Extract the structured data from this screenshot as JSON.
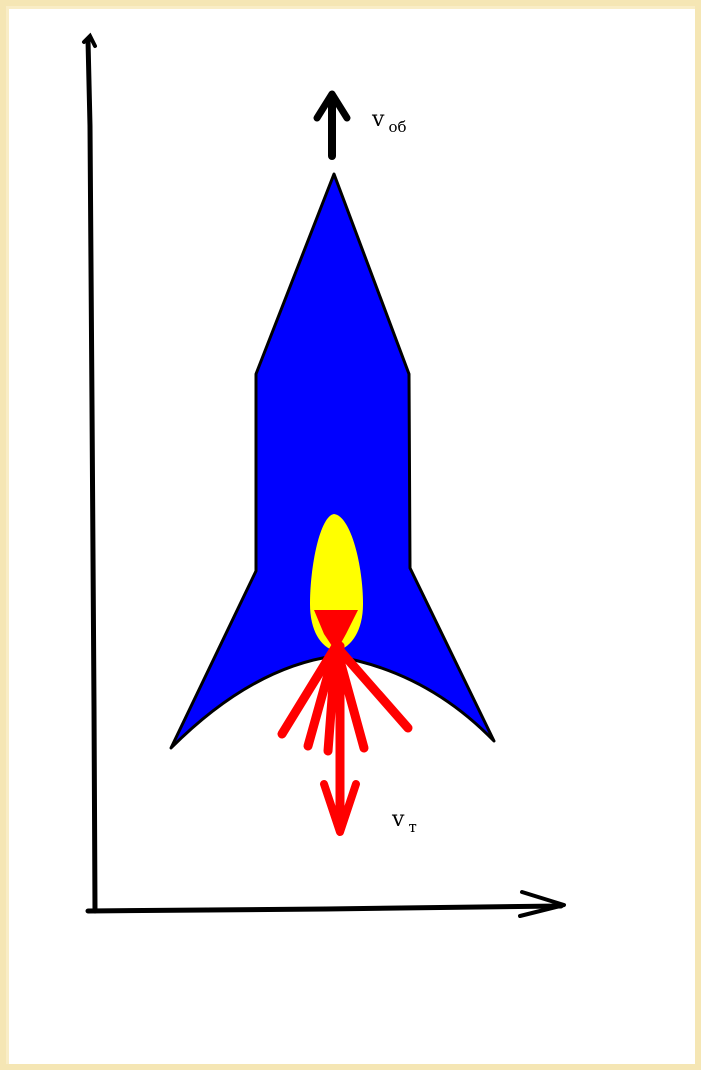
{
  "diagram": {
    "labels": {
      "v_ob": {
        "main": "v",
        "sub": "об"
      },
      "v_t": {
        "main": "v",
        "sub": "т"
      }
    },
    "colors": {
      "background": "#ffffff",
      "frame": "#f5e6b4",
      "rocket_body": "#0000ff",
      "rocket_outline": "#000000",
      "flame": "#ffff00",
      "exhaust": "#ff0000",
      "axes": "#000000"
    },
    "elements": [
      "vertical-axis",
      "horizontal-axis",
      "rocket-body",
      "engine-flame",
      "exhaust-jets",
      "rocket-velocity-arrow",
      "gas-velocity-arrow"
    ]
  }
}
